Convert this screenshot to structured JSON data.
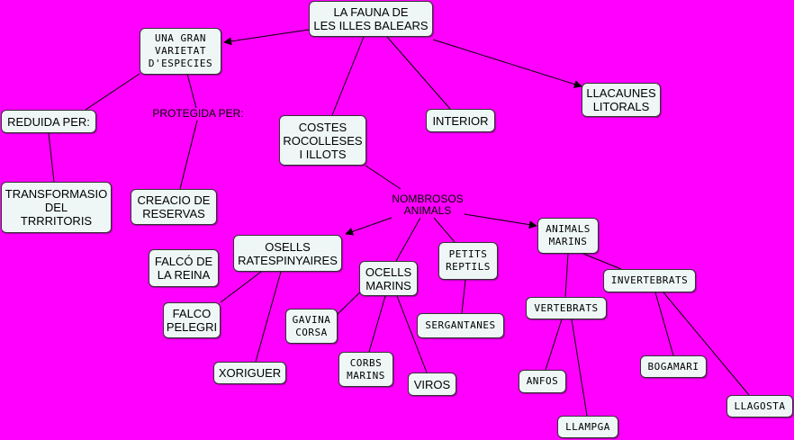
{
  "colors": {
    "background": "#ff00ff",
    "node_fill": "#eef6f6",
    "line": "#000000"
  },
  "nodes": {
    "root": "LA FAUNA DE\nLES ILLES BALEARS",
    "variety": "UNA GRAN\nVARIETAT\nD'ESPECIES",
    "reduced": "REDUIDA PER:",
    "transform": "TRANSFORMASIO\nDEL\nTRRRITORIS",
    "reserves": "CREACIO DE\nRESERVAS",
    "coasts": "COSTES\nROCOLLESES\nI ILLOTS",
    "interior": "INTERIOR",
    "lagoons": "LLACAUNES\nLITORALS",
    "birds_rap": "OSELLS\nRATESPINYAIRES",
    "falco_reina": "FALCÓ DE\nLA REINA",
    "falco_pelegri": "FALCO\nPELEGRI",
    "xoriguer": "XORIGUER",
    "ocells_marins": "OCELLS\nMARINS",
    "gavina": "GAVINA\nCORSA",
    "corbs": "CORBS\nMARINS",
    "viros": "VIROS",
    "reptils": "PETITS\nREPTILS",
    "sergantanes": "SERGANTANES",
    "animals_marins": "ANIMALS\nMARINS",
    "vertebrats": "VERTEBRATS",
    "invertebrats": "INVERTEBRATS",
    "anfos": "ANFOS",
    "llampga": "LLAMPGA",
    "bogamari": "BOGAMARI",
    "llagosta": "LLAGOSTA"
  },
  "labels": {
    "protegida": "PROTEGIDA PER:",
    "nombrosos": "NOMBROSOS\nANIMALS"
  }
}
